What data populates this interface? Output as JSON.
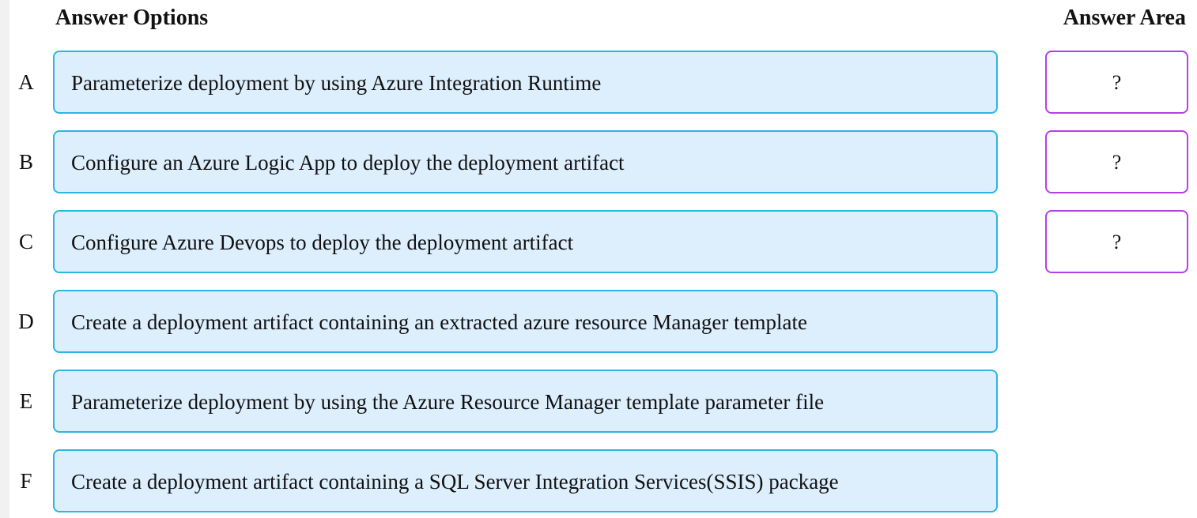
{
  "headings": {
    "options": "Answer Options",
    "answer_area": "Answer Area"
  },
  "options": [
    {
      "letter": "A",
      "text": "Parameterize deployment by using Azure Integration Runtime"
    },
    {
      "letter": "B",
      "text": "Configure an Azure Logic App to deploy the deployment artifact"
    },
    {
      "letter": "C",
      "text": "Configure Azure Devops to deploy the deployment artifact"
    },
    {
      "letter": "D",
      "text": "Create a deployment artifact containing an extracted azure resource Manager template"
    },
    {
      "letter": "E",
      "text": "Parameterize deployment by using the Azure Resource Manager template parameter file"
    },
    {
      "letter": "F",
      "text": "Create a deployment artifact containing a SQL Server Integration Services(SSIS) package"
    }
  ],
  "answer_slots": [
    {
      "placeholder": "?"
    },
    {
      "placeholder": "?"
    },
    {
      "placeholder": "?"
    }
  ],
  "colors": {
    "option_border": "#2bb6e3",
    "option_fill": "#ddeefd",
    "slot_border": "#b53fe6"
  }
}
